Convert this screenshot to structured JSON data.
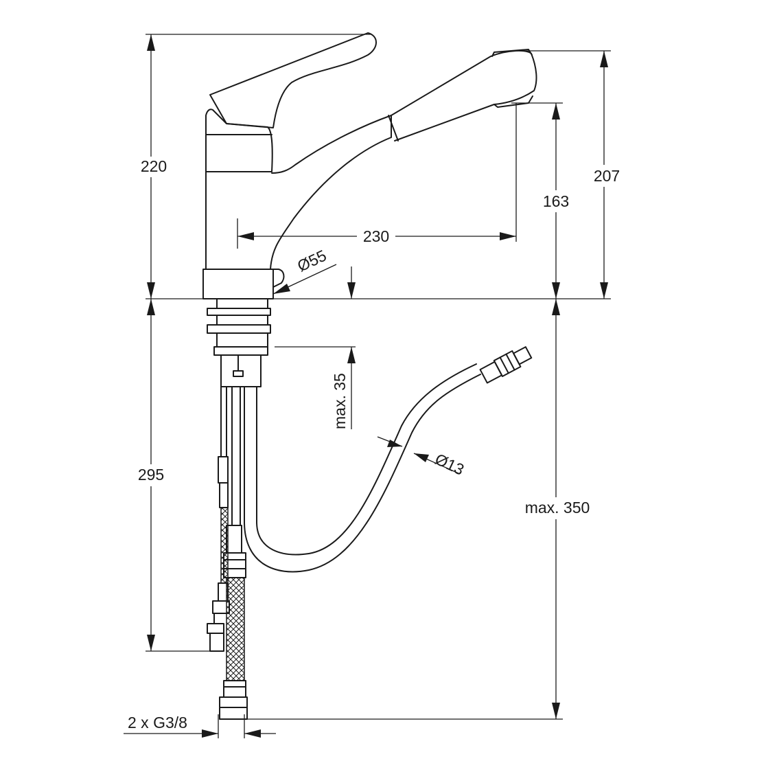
{
  "dimensions": {
    "total_height": "220",
    "spout_height": "207",
    "outlet_height": "163",
    "reach": "230",
    "base_diameter": "Ø55",
    "max_deck_thickness": "max. 35",
    "hose_diameter": "Ø13",
    "below_deck_length": "295",
    "max_hose_length": "max. 350",
    "connection": "2 x G3/8"
  }
}
